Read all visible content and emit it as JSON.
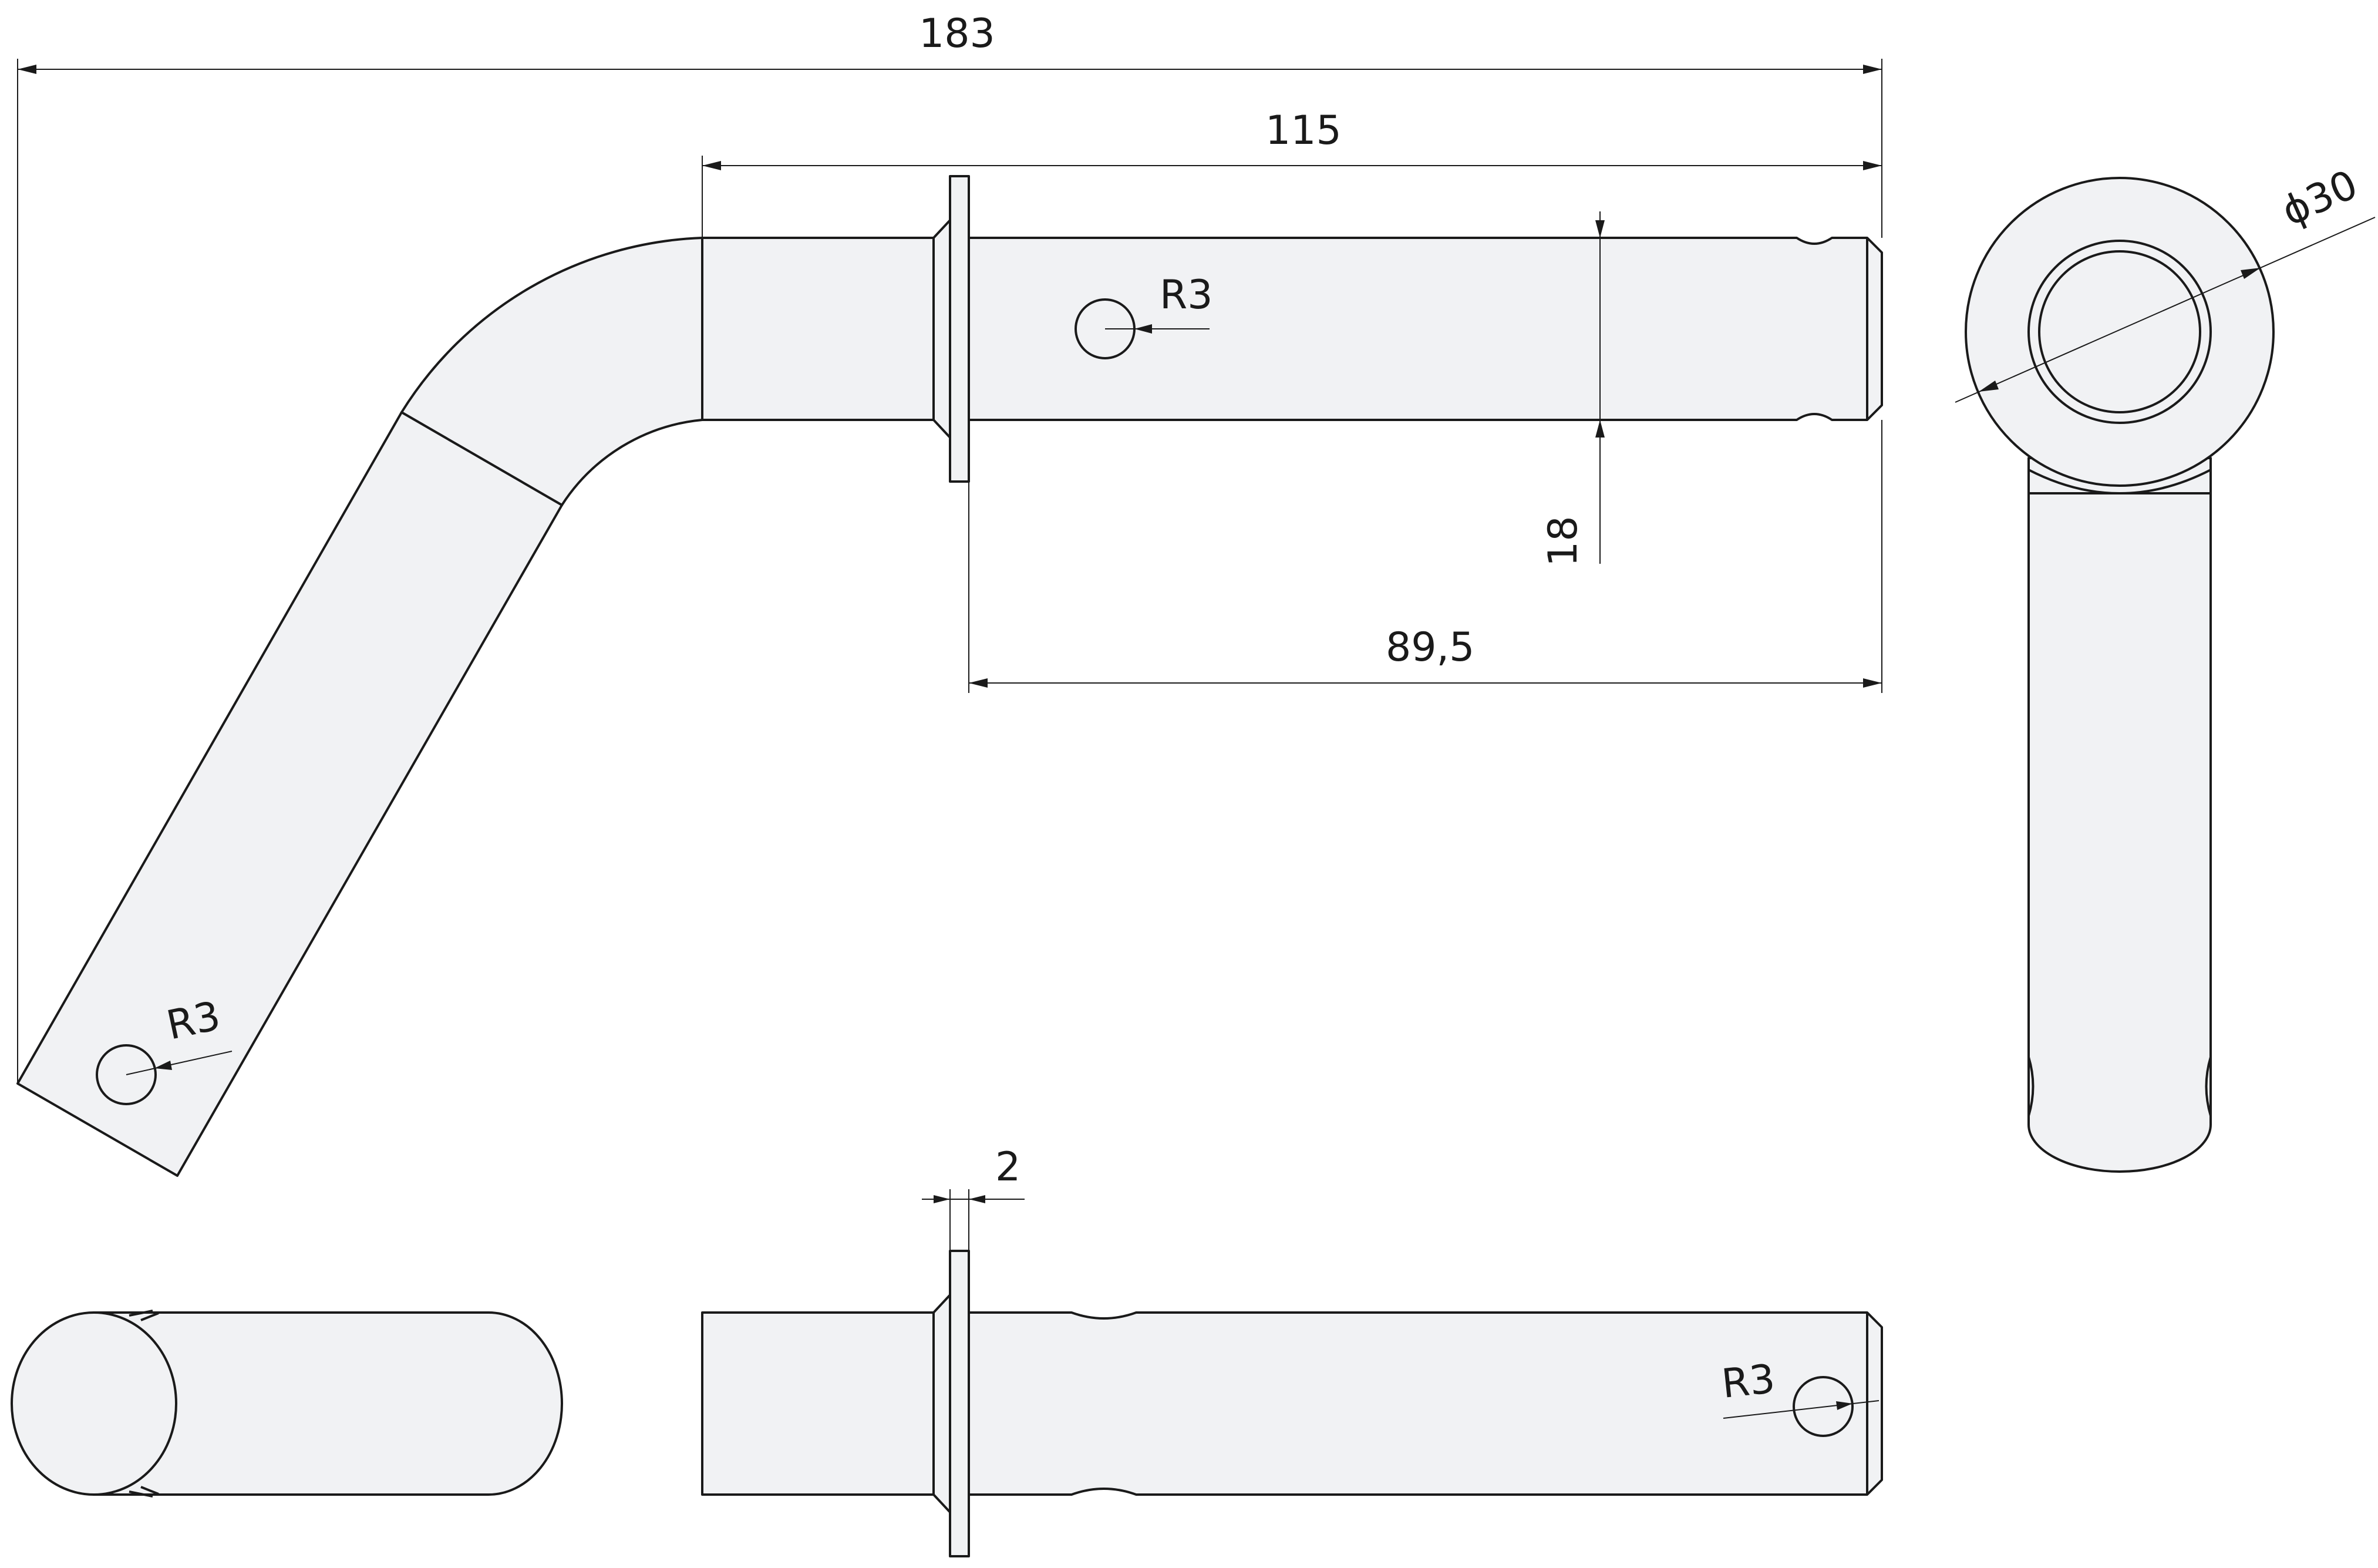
{
  "dimensions": {
    "overall_length": "183",
    "straight_length": "115",
    "flange_to_end": "89,5",
    "shaft_diameter": "18",
    "outer_diameter": "ϕ30",
    "flange_thickness": "2",
    "hole_radius_top": "R3",
    "hole_radius_bent": "R3",
    "hole_radius_bottom": "R3"
  },
  "colors": {
    "part_fill": "#f1f2f4",
    "line": "#1a1a1a",
    "background": "#ffffff"
  }
}
